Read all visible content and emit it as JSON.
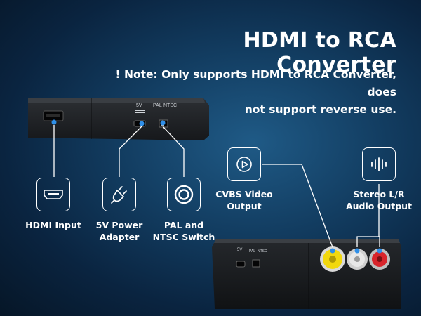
{
  "title": "HDMI to RCA Converter",
  "note": {
    "line1": "! Note: Only supports HDMI to RCA Converter, does",
    "line2": "not support reverse use."
  },
  "top_device": {
    "port_label_5v": "5V",
    "switch_label_pal": "PAL",
    "switch_label_ntsc": "NTSC"
  },
  "bottom_device": {
    "port_label_5v": "5V",
    "switch_label_pal": "PAL",
    "switch_label_ntsc": "NTSC"
  },
  "features": [
    {
      "icon": "hdmi-port-icon",
      "line1": "HDMI Input",
      "line2": ""
    },
    {
      "icon": "power-plug-icon",
      "line1": "5V Power",
      "line2": "Adapter"
    },
    {
      "icon": "switch-toggle-icon",
      "line1": "PAL and",
      "line2": "NTSC Switch"
    },
    {
      "icon": "play-video-icon",
      "line1": "CVBS Video",
      "line2": "Output"
    },
    {
      "icon": "audio-wave-icon",
      "line1": "Stereo L/R",
      "line2": "Audio Output"
    }
  ],
  "colors": {
    "accent_dot": "#2f8fe8",
    "rca_yellow": "#f2d80e",
    "rca_white": "#e8e8e8",
    "rca_red": "#d8242b"
  }
}
